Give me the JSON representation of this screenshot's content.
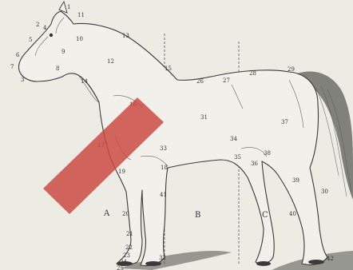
{
  "colors": {
    "background": "#ecebe4",
    "ink": "#3a3a3a",
    "overlay": "#c9463f"
  },
  "sections": [
    "A",
    "B",
    "C"
  ],
  "labels": [
    "1",
    "2",
    "3",
    "4",
    "5",
    "6",
    "7",
    "8",
    "9",
    "10",
    "11",
    "12",
    "13",
    "14",
    "15",
    "16",
    "17",
    "18",
    "19",
    "20",
    "21",
    "22",
    "23",
    "24",
    "25",
    "26",
    "27",
    "28",
    "29",
    "30",
    "31",
    "32",
    "33",
    "34",
    "35",
    "36",
    "37",
    "38",
    "39",
    "40",
    "41",
    "42"
  ]
}
